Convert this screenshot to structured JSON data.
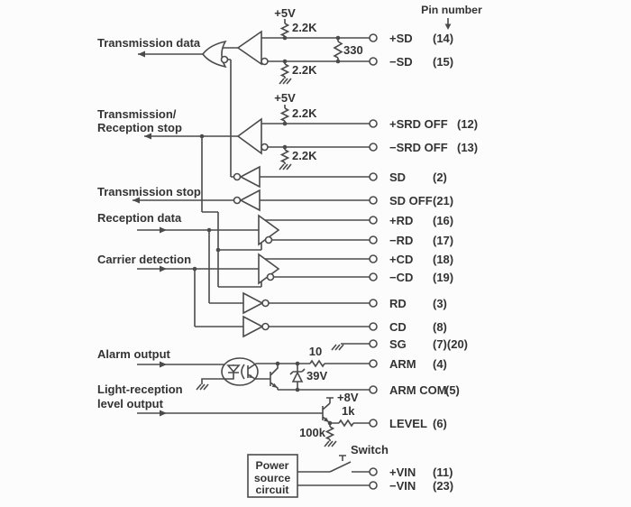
{
  "colors": {
    "line": "#4b4b4b",
    "text": "#333333",
    "background": "#fcfcfc"
  },
  "header": {
    "label": "Pin number"
  },
  "left_labels": {
    "transmission_data": "Transmission data",
    "trx_stop_line1": "Transmission/",
    "trx_stop_line2": "Reception stop",
    "transmission_stop": "Transmission stop",
    "reception_data": "Reception data",
    "carrier_detection": "Carrier detection",
    "alarm_output": "Alarm output",
    "light_line1": "Light-reception",
    "light_line2": "level output"
  },
  "components": {
    "vcc1": "+5V",
    "vcc2": "+5V",
    "r_pullup1": "2.2K",
    "r_pulldown1": "2.2K",
    "r_pullup2": "2.2K",
    "r_pulldown2": "2.2K",
    "r_terminator": "330",
    "r_arm": "10",
    "zener": "39V",
    "v8": "+8V",
    "r_level": "1k",
    "r_100k": "100k",
    "switch_label": "Switch",
    "power_box_line1": "Power",
    "power_box_line2": "source",
    "power_box_line3": "circuit"
  },
  "signals": [
    {
      "name": "+SD",
      "pin": "(14)"
    },
    {
      "name": "−SD",
      "pin": "(15)"
    },
    {
      "name": "+SRD OFF",
      "pin": "(12)"
    },
    {
      "name": "−SRD OFF",
      "pin": "(13)"
    },
    {
      "name": "SD",
      "pin": "(2)"
    },
    {
      "name": "SD OFF",
      "pin": "(21)"
    },
    {
      "name": "+RD",
      "pin": "(16)"
    },
    {
      "name": "−RD",
      "pin": "(17)"
    },
    {
      "name": "+CD",
      "pin": "(18)"
    },
    {
      "name": "−CD",
      "pin": "(19)"
    },
    {
      "name": "RD",
      "pin": "(3)"
    },
    {
      "name": "CD",
      "pin": "(8)"
    },
    {
      "name": "SG",
      "pin": "(7)(20)"
    },
    {
      "name": "ARM",
      "pin": "(4)"
    },
    {
      "name": "ARM COM",
      "pin": "(5)"
    },
    {
      "name": "LEVEL",
      "pin": "(6)"
    },
    {
      "name": "+VIN",
      "pin": "(11)"
    },
    {
      "name": "−VIN",
      "pin": "(23)"
    }
  ]
}
